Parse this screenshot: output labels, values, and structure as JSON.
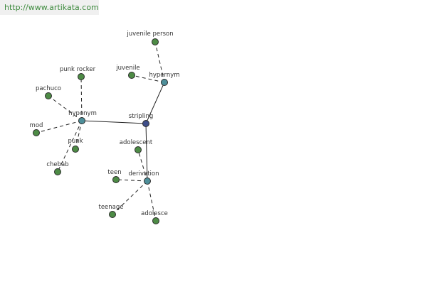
{
  "banner": {
    "url": "http://www.artikata.com"
  },
  "graph": {
    "colors": {
      "center": "#3f4f8a",
      "hub": "#4e8f9a",
      "leaf": "#4d8b45"
    },
    "nodes": [
      {
        "id": "stripling",
        "label": "stripling",
        "role": "center"
      },
      {
        "id": "hyponym",
        "label": "hyponym",
        "role": "hub"
      },
      {
        "id": "hypernym",
        "label": "hypernym",
        "role": "hub"
      },
      {
        "id": "derivation",
        "label": "derivation",
        "role": "hub"
      },
      {
        "id": "juvenile-person",
        "label": "juvenile person",
        "role": "leaf"
      },
      {
        "id": "juvenile",
        "label": "juvenile",
        "role": "leaf"
      },
      {
        "id": "punk-rocker",
        "label": "punk rocker",
        "role": "leaf"
      },
      {
        "id": "pachuco",
        "label": "pachuco",
        "role": "leaf"
      },
      {
        "id": "mod",
        "label": "mod",
        "role": "leaf"
      },
      {
        "id": "punk",
        "label": "punk",
        "role": "leaf"
      },
      {
        "id": "chebab",
        "label": "chebab",
        "role": "leaf"
      },
      {
        "id": "adolescent",
        "label": "adolescent",
        "role": "leaf"
      },
      {
        "id": "teen",
        "label": "teen",
        "role": "leaf"
      },
      {
        "id": "teenager",
        "label": "teenage",
        "role": "leaf"
      },
      {
        "id": "adolesce",
        "label": "adolesce",
        "role": "leaf"
      }
    ],
    "edges": [
      {
        "from": "stripling",
        "to": "hyponym",
        "style": "solid"
      },
      {
        "from": "stripling",
        "to": "hypernym",
        "style": "solid"
      },
      {
        "from": "stripling",
        "to": "derivation",
        "style": "solid"
      },
      {
        "from": "hypernym",
        "to": "juvenile-person",
        "style": "dashed"
      },
      {
        "from": "hypernym",
        "to": "juvenile",
        "style": "dashed"
      },
      {
        "from": "hyponym",
        "to": "punk-rocker",
        "style": "dashed"
      },
      {
        "from": "hyponym",
        "to": "pachuco",
        "style": "dashed"
      },
      {
        "from": "hyponym",
        "to": "mod",
        "style": "dashed"
      },
      {
        "from": "hyponym",
        "to": "punk",
        "style": "dashed"
      },
      {
        "from": "hyponym",
        "to": "chebab",
        "style": "dashed"
      },
      {
        "from": "derivation",
        "to": "adolescent",
        "style": "dashed"
      },
      {
        "from": "derivation",
        "to": "teen",
        "style": "dashed"
      },
      {
        "from": "derivation",
        "to": "teenager",
        "style": "dashed"
      },
      {
        "from": "derivation",
        "to": "adolesce",
        "style": "dashed"
      }
    ]
  }
}
